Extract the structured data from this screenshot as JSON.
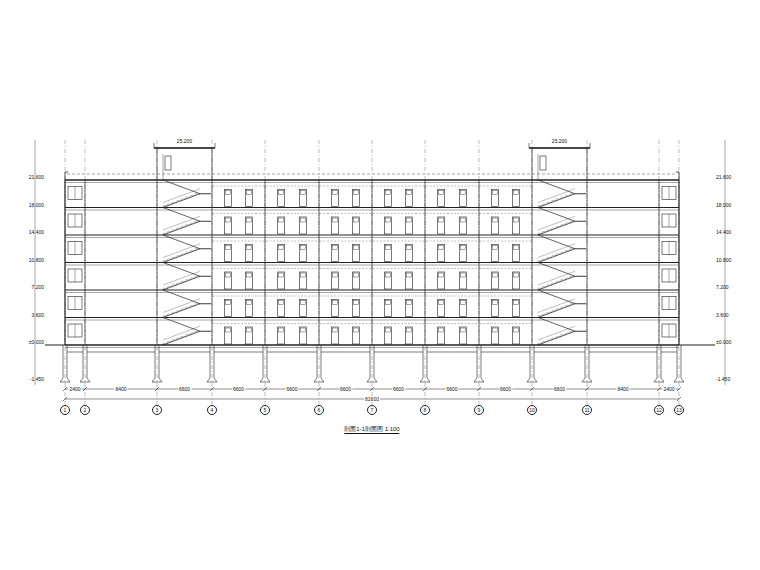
{
  "diagram": {
    "caption": "剖面1-1剖面图 1:100",
    "nodes": [
      {
        "text": [
          "1"
        ]
      },
      {
        "text": [
          "2"
        ]
      },
      {
        "text": [
          "3"
        ]
      },
      {
        "text": [
          "4"
        ]
      },
      {
        "text": [
          "5"
        ]
      },
      {
        "text": [
          "6"
        ]
      },
      {
        "text": [
          "7"
        ]
      },
      {
        "text": [
          "8"
        ]
      },
      {
        "text": [
          "9"
        ]
      },
      {
        "text": [
          "10"
        ]
      },
      {
        "text": [
          "11"
        ]
      },
      {
        "text": [
          "12"
        ]
      },
      {
        "text": [
          "13"
        ]
      }
    ],
    "edges": [],
    "labels": [
      "21.600",
      "18.000",
      "14.400",
      "10.800",
      "7.200",
      "3.600",
      "±0.000",
      "-1.450",
      "21.600",
      "18.000",
      "14.400",
      "10.800",
      "7.200",
      "3.600",
      "±0.000",
      "-1.450",
      "25.200",
      "25.200",
      "2400",
      "8400",
      "6600",
      "6600",
      "6600",
      "6600",
      "6600",
      "6600",
      "6600",
      "6600",
      "8400",
      "2400",
      "81600"
    ]
  }
}
